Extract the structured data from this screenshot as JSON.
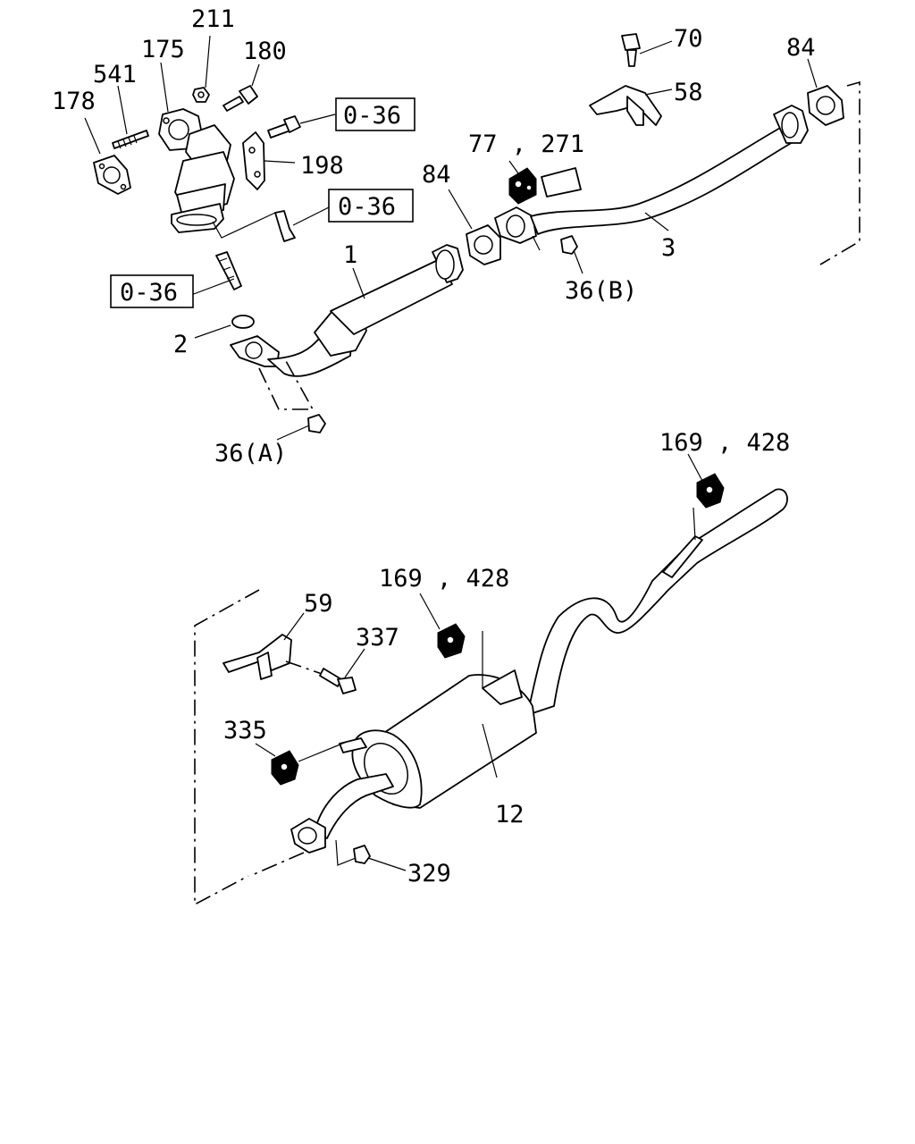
{
  "callouts": {
    "p211": "211",
    "p175": "175",
    "p180": "180",
    "p541": "541",
    "p178": "178",
    "ref1": "0-36",
    "p198": "198",
    "ref2": "0-36",
    "ref3": "0-36",
    "p2": "2",
    "p36a": "36(A)",
    "p1": "1",
    "p84a": "84",
    "p77_271": "77 , 271",
    "p70": "70",
    "p58": "58",
    "p84b": "84",
    "p3": "3",
    "p36b": "36(B)",
    "p169_428_top": "169 , 428",
    "p59": "59",
    "p337": "337",
    "p169_428_mid": "169 , 428",
    "p335": "335",
    "p12": "12",
    "p329": "329"
  }
}
